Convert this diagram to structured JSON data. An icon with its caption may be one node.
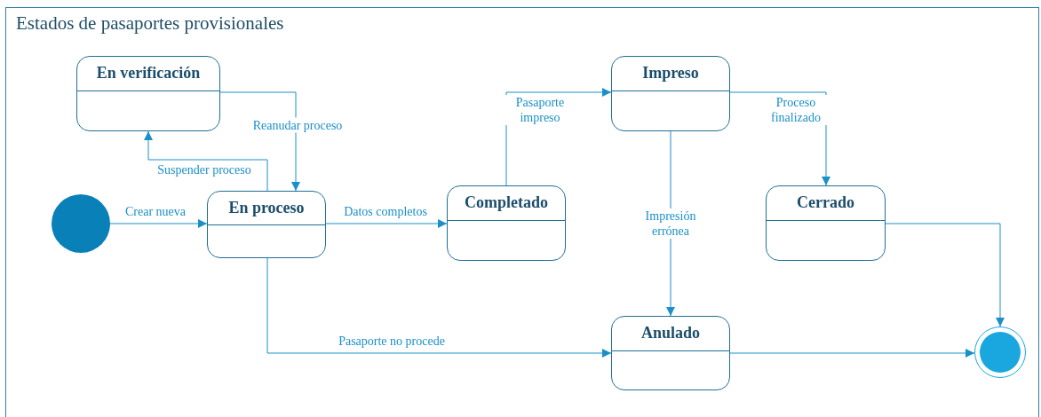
{
  "diagram": {
    "title": "Estados de pasaportes provisionales",
    "nodes": [
      {
        "text": [],
        "shape": "circle"
      },
      {
        "text": [
          "En verificación"
        ]
      },
      {
        "text": [
          "En proceso"
        ]
      },
      {
        "text": [
          "Completado"
        ]
      },
      {
        "text": [
          "Impreso"
        ]
      },
      {
        "text": [
          "Cerrado"
        ]
      },
      {
        "text": [
          "Anulado"
        ]
      },
      {
        "text": [],
        "shape": "circle"
      }
    ],
    "edges": [
      {
        "from": 0,
        "to": 2,
        "arrow": "to",
        "label": "Crear nueva"
      },
      {
        "from": 2,
        "to": 1,
        "arrow": "to",
        "label": "Suspender proceso"
      },
      {
        "from": 1,
        "to": 2,
        "arrow": "to",
        "label": "Reanudar proceso"
      },
      {
        "from": 2,
        "to": 3,
        "arrow": "to",
        "label": "Datos completos"
      },
      {
        "from": 3,
        "to": 4,
        "arrow": "to",
        "label": "Pasaporte impreso"
      },
      {
        "from": 4,
        "to": 5,
        "arrow": "to",
        "label": "Proceso finalizado"
      },
      {
        "from": 4,
        "to": 6,
        "arrow": "to",
        "label": "Impresión errónea"
      },
      {
        "from": 2,
        "to": 6,
        "arrow": "to",
        "label": "Pasaporte no procede"
      },
      {
        "from": 6,
        "to": 7,
        "arrow": "to"
      },
      {
        "from": 5,
        "to": 7,
        "arrow": "to"
      }
    ]
  }
}
